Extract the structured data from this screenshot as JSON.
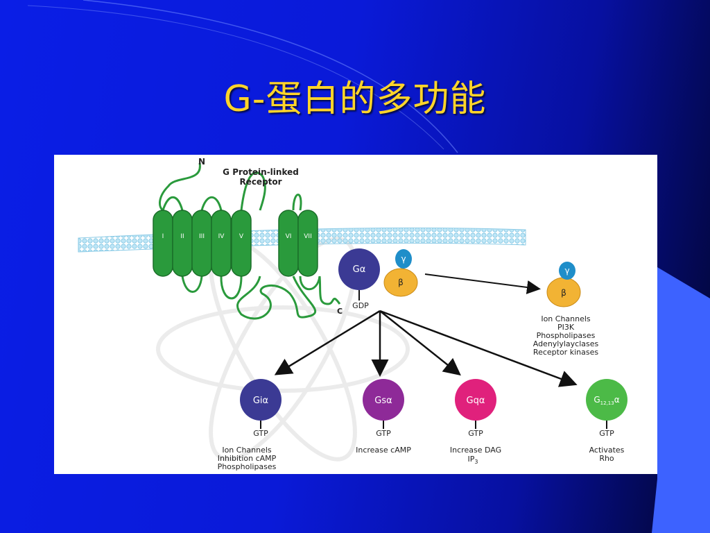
{
  "slide": {
    "title": "G-蛋白的多功能"
  },
  "diagram": {
    "receptor": {
      "label_line1": "G Protein-linked",
      "label_line2": "Receptor",
      "n_terminus": "N",
      "c_terminus": "C",
      "helices": [
        "I",
        "II",
        "III",
        "IV",
        "V",
        "VI",
        "VII"
      ]
    },
    "heterotrimer": {
      "alpha": "Gα",
      "beta": "β",
      "gamma": "γ",
      "bound_nucleotide": "GDP"
    },
    "beta_gamma_complex": {
      "beta": "β",
      "gamma": "γ",
      "effects": [
        "Ion Channels",
        "PI3K",
        "Phospholipases",
        "Adenylylayclases",
        "Receptor kinases"
      ]
    },
    "subunits": [
      {
        "name": "Giα",
        "nucleotide": "GTP",
        "color": "#3b3a94",
        "effects": [
          "Ion Channels",
          "Inhibition cAMP",
          "Phospholipases"
        ]
      },
      {
        "name": "Gsα",
        "nucleotide": "GTP",
        "color": "#8e2a98",
        "effects": [
          "Increase cAMP"
        ]
      },
      {
        "name": "Gqα",
        "nucleotide": "GTP",
        "color": "#e0217c",
        "effects": [
          "Increase DAG",
          "IP"
        ],
        "effects_subscript": "3"
      },
      {
        "name": "G",
        "name_subscript": "12,13",
        "name_suffix": "α",
        "nucleotide": "GTP",
        "color": "#4cba47",
        "effects": [
          "Activates",
          "Rho"
        ]
      }
    ],
    "colors": {
      "helix": "#2a9a3c",
      "membrane": "#9ed8ef",
      "alpha": "#3b3a94",
      "beta": "#f2b334",
      "gamma": "#1f8ec9"
    }
  }
}
